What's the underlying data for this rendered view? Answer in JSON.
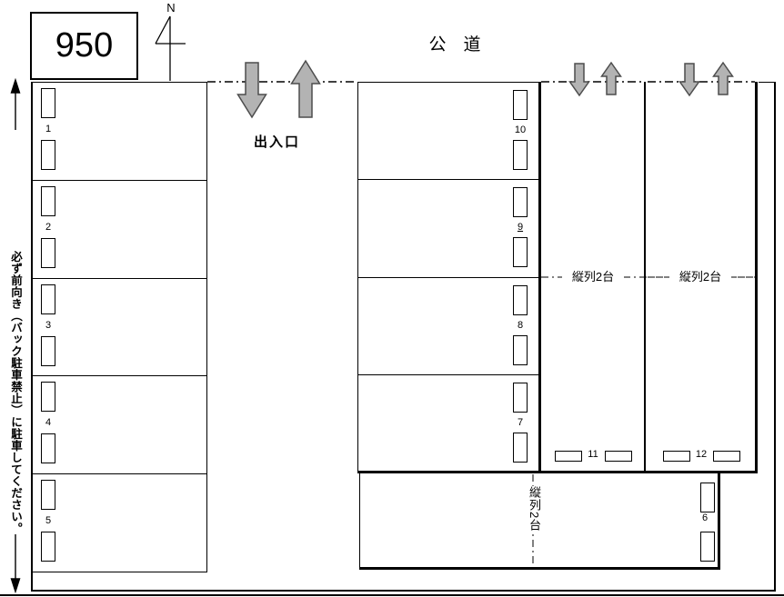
{
  "labels": {
    "lot_number": "950",
    "compass": "N",
    "road": "公　道",
    "entrance": "出入口",
    "notice": "必ず前向き（バック駐車禁止）に駐車してください。",
    "tandem_right_a": "縦列2台",
    "tandem_right_b": "縦列2台",
    "tandem_bottom": "縦列2台"
  },
  "spaces": {
    "left_column": [
      "1",
      "2",
      "3",
      "4",
      "5"
    ],
    "middle_column": [
      "10",
      "9",
      "8",
      "7"
    ],
    "underlined_space": "9",
    "tandem_row": [
      "11",
      "12"
    ],
    "bottom_strip": "6"
  },
  "icons": {
    "compass": "north-indicator-arrow",
    "entrance_exit_arrow": "down-arrow",
    "entrance_enter_arrow": "up-arrow",
    "tandem_a_arrows": [
      "down-arrow",
      "up-arrow"
    ],
    "tandem_b_arrows": [
      "down-arrow",
      "up-arrow"
    ],
    "notice_top_arrow": "up-arrow",
    "notice_bottom_arrow": "down-arrow"
  },
  "colors": {
    "background": "#ffffff",
    "line": "#000000",
    "arrow_fill": "#b3b3b3",
    "arrow_stroke": "#4d4d4d"
  }
}
